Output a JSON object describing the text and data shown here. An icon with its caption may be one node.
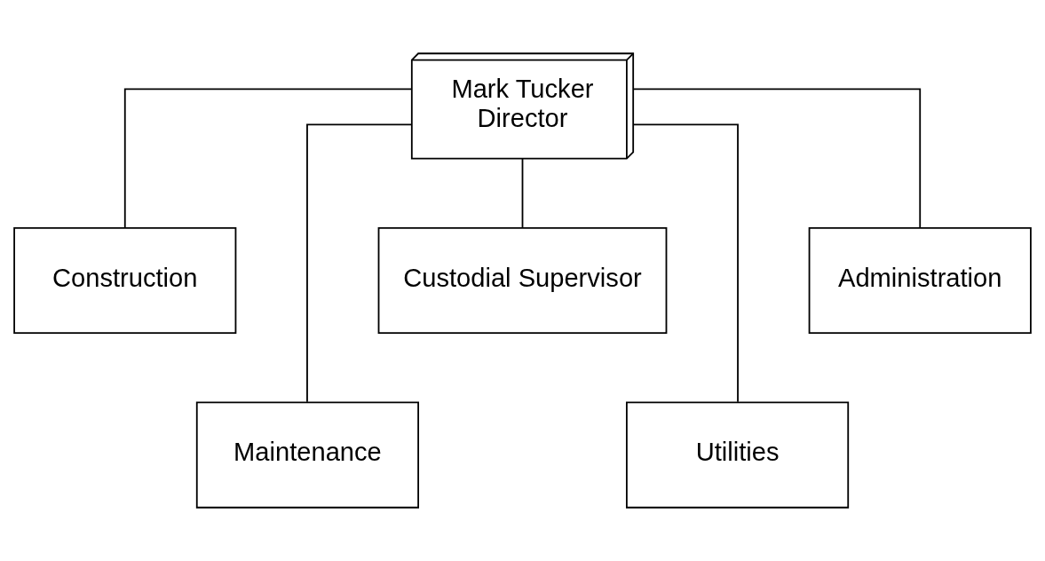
{
  "diagram": {
    "nodes": [
      {
        "text": [
          "Mark Tucker",
          "Director"
        ]
      },
      {
        "text": [
          "Construction"
        ]
      },
      {
        "text": [
          "Maintenance"
        ]
      },
      {
        "text": [
          "Custodial Supervisor"
        ]
      },
      {
        "text": [
          "Utilities"
        ]
      },
      {
        "text": [
          "Administration"
        ]
      }
    ],
    "edges": [
      {
        "from": 0,
        "to": 1,
        "arrow": "none"
      },
      {
        "from": 0,
        "to": 2,
        "arrow": "none"
      },
      {
        "from": 0,
        "to": 3,
        "arrow": "none"
      },
      {
        "from": 0,
        "to": 4,
        "arrow": "none"
      },
      {
        "from": 0,
        "to": 5,
        "arrow": "none"
      }
    ]
  }
}
